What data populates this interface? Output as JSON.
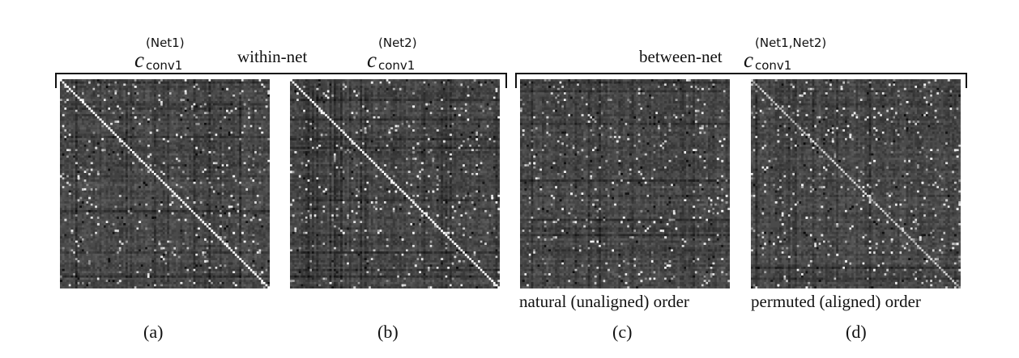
{
  "header": {
    "within": {
      "label": "within-net",
      "net1": {
        "base": "c",
        "sup": "(Net1)",
        "sub": "conv1"
      },
      "net2": {
        "base": "c",
        "sup": "(Net2)",
        "sub": "conv1"
      }
    },
    "between": {
      "label": "between-net",
      "term": {
        "base": "c",
        "sup": "(Net1,Net2)",
        "sub": "conv1"
      }
    }
  },
  "panels": [
    {
      "id": "a",
      "caption": "(a)",
      "sublabel": "",
      "seed": 11,
      "diagonal": "strong"
    },
    {
      "id": "b",
      "caption": "(b)",
      "sublabel": "",
      "seed": 23,
      "diagonal": "strong"
    },
    {
      "id": "c",
      "caption": "(c)",
      "sublabel": "natural (unaligned) order",
      "seed": 37,
      "diagonal": "none"
    },
    {
      "id": "d",
      "caption": "(d)",
      "sublabel": "permuted (aligned) order",
      "seed": 53,
      "diagonal": "faint"
    }
  ],
  "matrix": {
    "cells": 96,
    "background": "#4a4a4a"
  }
}
